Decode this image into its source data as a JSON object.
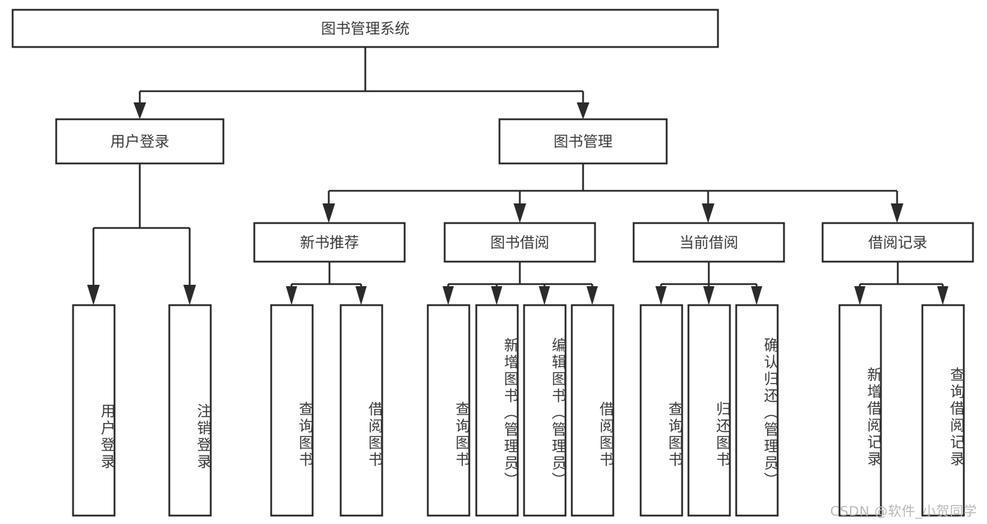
{
  "diagram": {
    "title": "图书管理系统",
    "type": "tree",
    "orientation": "top-down",
    "colors": {
      "box_stroke": "#2b2b2b",
      "box_fill": "#ffffff",
      "text": "#3a3a3a",
      "connector": "#2b2b2b",
      "watermark": "#b9b9b9",
      "background": "#ffffff"
    },
    "root": {
      "label": "图书管理系统"
    },
    "level2": [
      {
        "label": "用户登录"
      },
      {
        "label": "图书管理"
      }
    ],
    "level3": [
      {
        "label": "新书推荐"
      },
      {
        "label": "图书借阅"
      },
      {
        "label": "当前借阅"
      },
      {
        "label": "借阅记录"
      }
    ],
    "leaves": {
      "user_login": [
        {
          "label": "用户登录"
        },
        {
          "label": "注销登录"
        }
      ],
      "new_book_recommend": [
        {
          "label": "查询图书"
        },
        {
          "label": "借阅图书"
        }
      ],
      "book_borrow": [
        {
          "label": "查询图书"
        },
        {
          "label": "新增图书（管理员）"
        },
        {
          "label": "编辑图书（管理员）"
        },
        {
          "label": "借阅图书"
        }
      ],
      "current_borrow": [
        {
          "label": "查询图书"
        },
        {
          "label": "归还图书"
        },
        {
          "label": "确认归还（管理员）"
        }
      ],
      "borrow_record": [
        {
          "label": "新增借阅记录"
        },
        {
          "label": "查询借阅记录"
        }
      ]
    },
    "watermark": "CSDN @软件_小贺同学"
  }
}
